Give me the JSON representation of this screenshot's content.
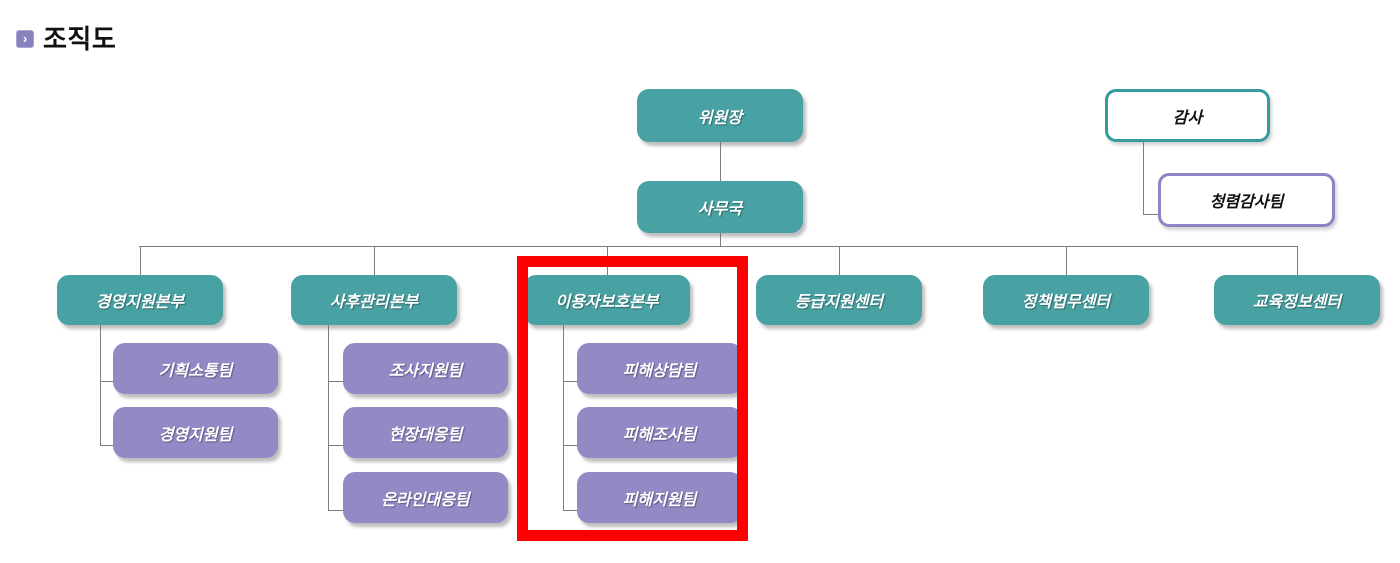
{
  "header": {
    "title": "조직도",
    "bullet_icon": "›"
  },
  "org": {
    "chairman": {
      "label": "위원장"
    },
    "secretariat": {
      "label": "사무국"
    },
    "audit": {
      "label": "감사"
    },
    "audit_team": {
      "label": "청렴감사팀"
    },
    "departments": [
      {
        "label": "경영지원본부",
        "teams": [
          "기획소통팀",
          "경영지원팀"
        ]
      },
      {
        "label": "사후관리본부",
        "teams": [
          "조사지원팀",
          "현장대응팀",
          "온라인대응팀"
        ]
      },
      {
        "label": "이용자보호본부",
        "highlighted": true,
        "teams": [
          "피해상담팀",
          "피해조사팀",
          "피해지원팀"
        ]
      },
      {
        "label": "등급지원센터",
        "teams": []
      },
      {
        "label": "정책법무센터",
        "teams": []
      },
      {
        "label": "교육정보센터",
        "teams": []
      }
    ]
  },
  "colors": {
    "node_teal": "#48a1a2",
    "node_purple": "#9289c5",
    "outline_teal_border": "#349c9d",
    "outline_purple_border": "#8d84c6",
    "highlight_red": "#fb0202",
    "connector_gray": "#7d7d7d",
    "title_icon_purple": "#8781bd"
  }
}
